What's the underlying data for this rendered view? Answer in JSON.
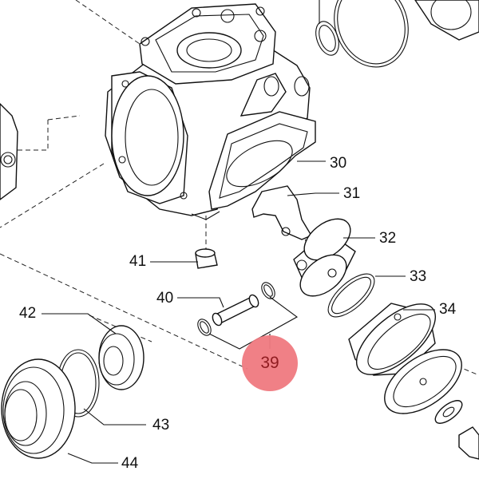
{
  "callouts": {
    "c30": "30",
    "c31": "31",
    "c32": "32",
    "c33": "33",
    "c34": "34",
    "c39": "39",
    "c40": "40",
    "c41": "41",
    "c42": "42",
    "c43": "43",
    "c44": "44"
  },
  "highlight": {
    "color": "#f07a80",
    "selected_callout": "39"
  }
}
